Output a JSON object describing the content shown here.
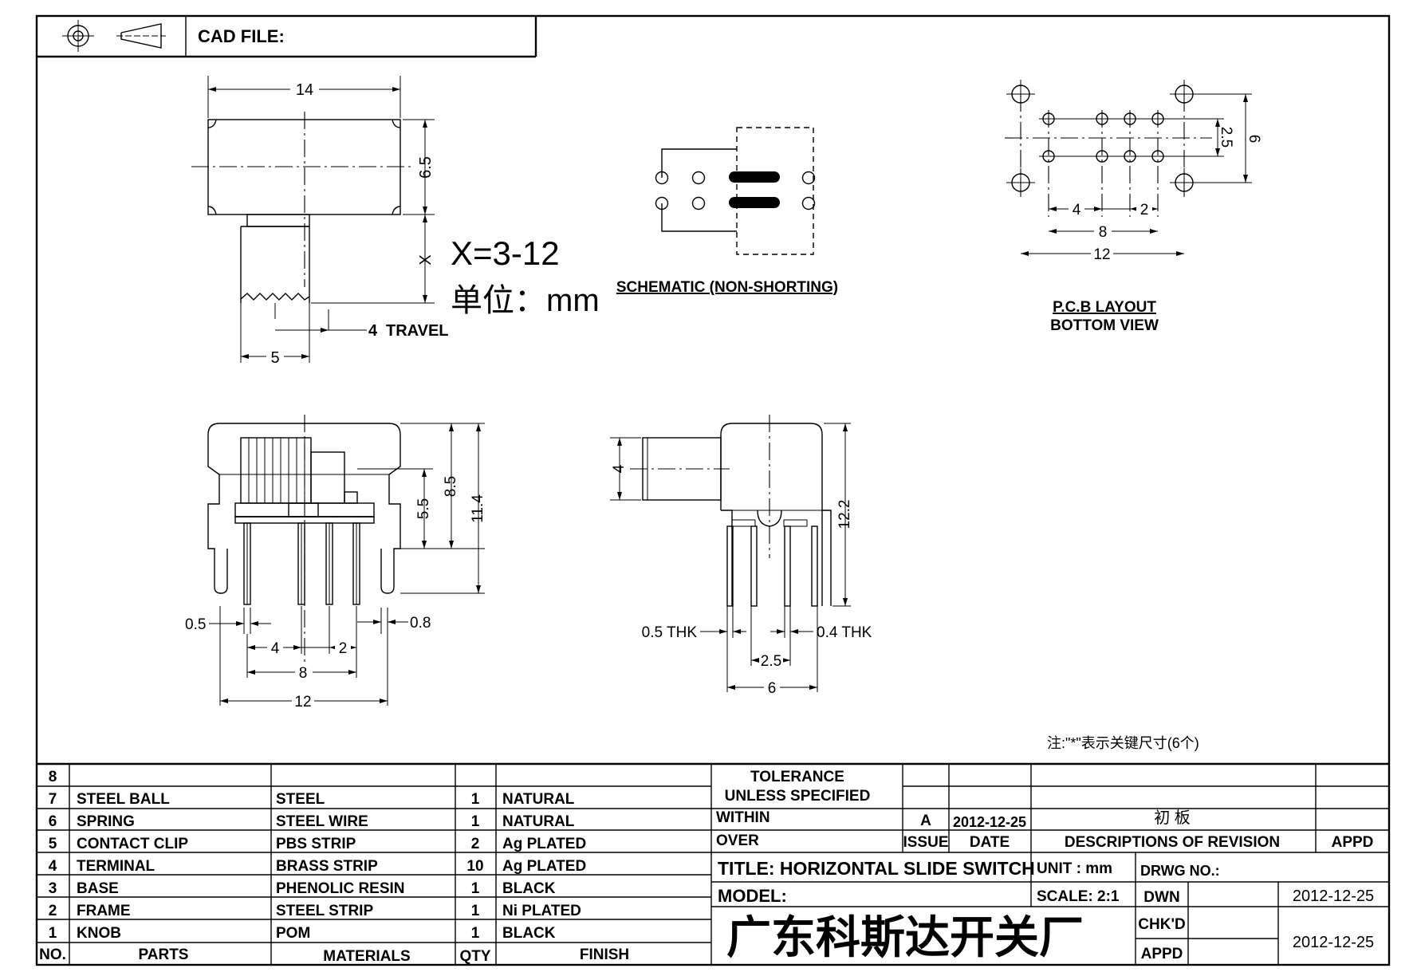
{
  "header": {
    "cad_file_label": "CAD FILE:",
    "projection_icons": [
      "crosshair-circle-icon",
      "cone-projection-icon"
    ]
  },
  "top_view": {
    "width_dim": "14",
    "height_dim": "6.5",
    "x_dim": "X",
    "x_range": "X=3-12",
    "unit_note": "单位：mm",
    "travel_dim": "4",
    "travel_label": "TRAVEL",
    "knob_width_dim": "5"
  },
  "schematic": {
    "label": "SCHEMATIC (NON-SHORTING)"
  },
  "pcb_layout": {
    "dims": {
      "pitch_big": "4",
      "pitch_small": "2",
      "inner_span": "8",
      "outer_span": "12",
      "row_gap": "2.5",
      "mount_gap": "6"
    },
    "label_line1": "P.C.B LAYOUT",
    "label_line2": "BOTTOM VIEW"
  },
  "front_view": {
    "dims": {
      "h1": "5.5",
      "h2": "8.5",
      "h3": "11.4",
      "pin_w": "0.5",
      "tab_w": "0.8",
      "pitch_big": "4",
      "pitch_small": "2",
      "inner_span": "8",
      "outer_span": "12"
    }
  },
  "side_view": {
    "dims": {
      "knob_h": "4",
      "height": "12.2",
      "thk_left": "0.5 THK",
      "thk_right": "0.4 THK",
      "pitch": "2.5",
      "width": "6"
    }
  },
  "note": "注:\"*\"表示关键尺寸(6个)",
  "bom": {
    "rows": [
      {
        "no": "8",
        "part": "",
        "material": "",
        "qty": "",
        "finish": ""
      },
      {
        "no": "7",
        "part": "STEEL BALL",
        "material": "STEEL",
        "qty": "1",
        "finish": "NATURAL"
      },
      {
        "no": "6",
        "part": "SPRING",
        "material": "STEEL WIRE",
        "qty": "1",
        "finish": "NATURAL"
      },
      {
        "no": "5",
        "part": "CONTACT CLIP",
        "material": "PBS STRIP",
        "qty": "2",
        "finish": "Ag PLATED"
      },
      {
        "no": "4",
        "part": "TERMINAL",
        "material": "BRASS STRIP",
        "qty": "10",
        "finish": "Ag PLATED"
      },
      {
        "no": "3",
        "part": "BASE",
        "material": "PHENOLIC RESIN",
        "qty": "1",
        "finish": "BLACK"
      },
      {
        "no": "2",
        "part": "FRAME",
        "material": "STEEL STRIP",
        "qty": "1",
        "finish": "Ni PLATED"
      },
      {
        "no": "1",
        "part": "KNOB",
        "material": "POM",
        "qty": "1",
        "finish": "BLACK"
      }
    ],
    "headers": {
      "no": "NO.",
      "part": "PARTS",
      "material": "MATERIALS",
      "qty": "QTY",
      "finish": "FINISH"
    }
  },
  "title_block": {
    "tolerance_1": "TOLERANCE",
    "tolerance_2": "UNLESS   SPECIFIED",
    "within": "WITHIN",
    "over": "OVER",
    "rev_issue": "A",
    "rev_date": "2012-12-25",
    "rev_desc": "初 板",
    "issue_label": "ISSUE",
    "date_label": "DATE",
    "desc_label": "DESCRIPTIONS  OF  REVISION",
    "appd_label": "APPD",
    "title": "TITLE:  HORIZONTAL  SLIDE  SWITCH",
    "unit": "UNIT : mm",
    "drwg_no": "DRWG  NO.:",
    "model": "MODEL:",
    "scale": "SCALE:  2:1",
    "dwn_label": "DWN",
    "dwn_date": "2012-12-25",
    "chkd_label": "CHK'D",
    "chkd_date": "2012-12-25",
    "appd_row_label": "APPD",
    "company": "广东科斯达开关厂"
  }
}
